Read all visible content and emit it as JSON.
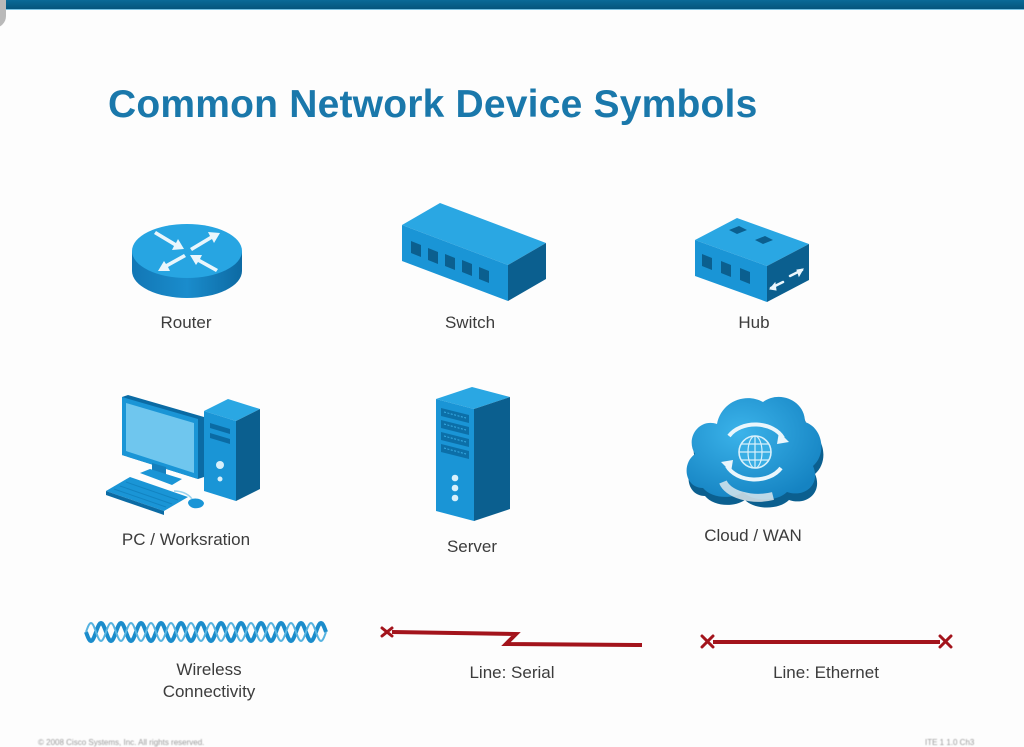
{
  "slide": {
    "title": "Common Network Device Symbols",
    "footer_copyright": "© 2008 Cisco Systems, Inc. All rights reserved.",
    "footer_course": "ITE 1 1.0 Ch3"
  },
  "colors": {
    "header_bar": "#05557c",
    "title": "#1a78ab",
    "device_blue": "#1e9bd7",
    "device_dark": "#0a6ea6",
    "line_red": "#a3141c",
    "label_text": "#3c3c3c"
  },
  "symbols": [
    {
      "id": "router",
      "label": "Router",
      "icon": "router-icon"
    },
    {
      "id": "switch",
      "label": "Switch",
      "icon": "switch-icon"
    },
    {
      "id": "hub",
      "label": "Hub",
      "icon": "hub-icon"
    },
    {
      "id": "pc",
      "label": "PC / Worksration",
      "icon": "pc-workstation-icon"
    },
    {
      "id": "server",
      "label": "Server",
      "icon": "server-icon"
    },
    {
      "id": "cloud",
      "label": "Cloud / WAN",
      "icon": "cloud-wan-icon"
    }
  ],
  "links": [
    {
      "id": "wireless",
      "label_line1": "Wireless",
      "label_line2": "Connectivity",
      "icon": "wireless-wave-icon"
    },
    {
      "id": "serial",
      "label": "Line: Serial",
      "icon": "serial-line-icon"
    },
    {
      "id": "ethernet",
      "label": "Line: Ethernet",
      "icon": "ethernet-line-icon"
    }
  ]
}
